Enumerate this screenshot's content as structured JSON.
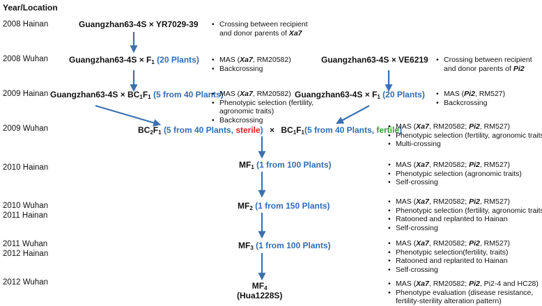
{
  "header": "Year/Location",
  "years": [
    "2008 Hainan",
    "2008 Wuhan",
    "2009 Hainan",
    "2009 Wuhan",
    "2010 Hainan",
    "2010 Wuhan",
    "2011 Hainan",
    "2011 Wuhan",
    "2012 Hainan",
    "2012 Wuhan"
  ],
  "nodes": {
    "n1": "Guangzhan63-4S × YR7029-39",
    "n2_a": "Guangzhan63-4S × F",
    "n2_sub": "1",
    "n2_b": "(20 Plants)",
    "n3_a": "Guangzhan63-4S × BC",
    "n3_sub1": "1",
    "n3_mid": "F",
    "n3_sub2": "1",
    "n3_b": "(5 from 40 Plants)",
    "n4": "Guangzhan63-4S × VE6219",
    "n5_a": "Guangzhan63-4S × F",
    "n5_sub": "1",
    "n5_b": "(20 Plants)",
    "n6_a": "BC",
    "n6_sub1": "2",
    "n6_mid": "F",
    "n6_sub2": "1",
    "n6_b": "(5 from 40 Plants, ",
    "n6_c": "sterile",
    "n6_d": ")",
    "n6_x": "×",
    "n6_e": "BC",
    "n6_sub3": "1",
    "n6_f": "F",
    "n6_sub4": "1",
    "n6_g": "(5 from 40 Plants, ",
    "n6_h": "fertile",
    "n6_i": ")",
    "n7_a": "MF",
    "n7_sub": "1",
    "n7_b": "(1 from 100 Plants)",
    "n8_a": "MF",
    "n8_sub": "2",
    "n8_b": "(1 from 150 Plants)",
    "n9_a": "MF",
    "n9_sub": "3",
    "n9_b": "(1 from 100 Plants)",
    "n10_a": "MF",
    "n10_sub": "4",
    "n10_b": "(Hua1228S)"
  },
  "notes": {
    "g1": [
      "Crossing between recipient",
      "and donor parents of Xa7"
    ],
    "g2": [
      "MAS (Xa7, RM20582)",
      "Backcrossing"
    ],
    "g3": [
      "Crossing between recipient",
      "and donor parents of Pi2"
    ],
    "g4": [
      "MAS (Xa7, RM20582)",
      "Phenotypic selection (fertility,",
      "agronomic traits)",
      "Backcrossing"
    ],
    "g5": [
      "MAS (Pi2, RM527)",
      "Backcrossing"
    ],
    "g6": [
      "MAS (Xa7, RM20582; Pi2, RM527)",
      "Phenotypic selection (fertility, agronomic traits)",
      "Multi-crossing"
    ],
    "g7": [
      "MAS (Xa7, RM20582; Pi2, RM527)",
      "Phenotypic selection (agronomic traits)",
      "Self-crossing"
    ],
    "g8": [
      "MAS (Xa7, RM20582; Pi2, RM527)",
      "Phenotypic selection (fertility, agronomic traits)",
      "Ratooned and replanted to Hainan",
      "Self-crossing"
    ],
    "g9": [
      "MAS (Xa7, RM20582; Pi2, RM527)",
      "Phenotypic selection(fertility, traits)",
      "Ratooned and replanted to Hainan",
      "Self-crossing"
    ],
    "g10": [
      "MAS (Xa7, RM20582; Pi2, Pi2-4 and HC28)",
      "Phenotype evaluation (disease resistance,",
      "fertility-sterility alteration pattern)"
    ]
  },
  "colors": {
    "arrow": "#3a70b0",
    "blue": "#2f6db5",
    "red": "#e02020",
    "green": "#2ca02c"
  }
}
